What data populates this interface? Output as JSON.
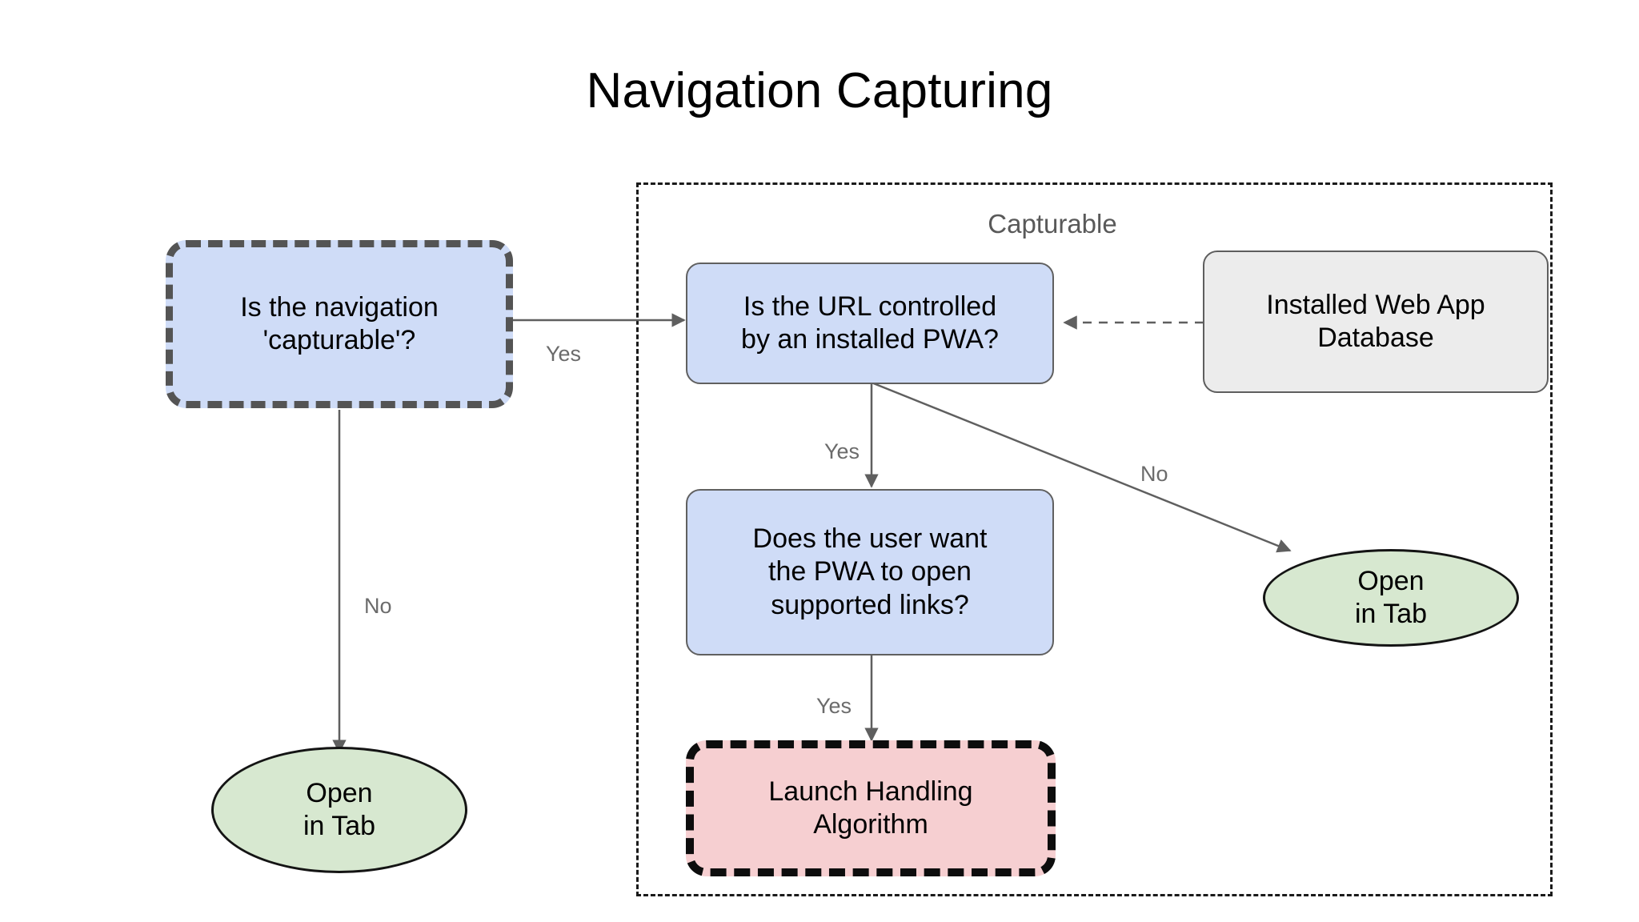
{
  "page": {
    "title": "Navigation Capturing",
    "background_color": "#ffffff"
  },
  "group": {
    "label": "Capturable",
    "border_style": "dashed",
    "border_color": "#1a1a1a"
  },
  "nodes": {
    "is_capturable": {
      "text": "Is the navigation\n'capturable'?",
      "shape": "rounded-rect",
      "fill": "#cfdcf7",
      "border": "dashed",
      "border_color": "#545454"
    },
    "is_url_controlled": {
      "text": "Is the URL controlled\nby an installed PWA?",
      "shape": "rounded-rect",
      "fill": "#cfdcf7",
      "border": "solid",
      "border_color": "#606060"
    },
    "installed_db": {
      "text": "Installed Web App\nDatabase",
      "shape": "rounded-rect",
      "fill": "#ececec",
      "border": "solid",
      "border_color": "#5e5e5e"
    },
    "user_wants_pwa": {
      "text": "Does the user want\nthe PWA to open\nsupported links?",
      "shape": "rounded-rect",
      "fill": "#cfdcf7",
      "border": "solid",
      "border_color": "#606060"
    },
    "launch_handling": {
      "text": "Launch Handling\nAlgorithm",
      "shape": "rounded-rect",
      "fill": "#f6cfd1",
      "border": "dashed",
      "border_color": "#0d0d0d"
    },
    "open_in_tab_left": {
      "text": "Open\nin Tab",
      "shape": "ellipse",
      "fill": "#d7e8d0",
      "border": "solid",
      "border_color": "#141414"
    },
    "open_in_tab_right": {
      "text": "Open\nin Tab",
      "shape": "ellipse",
      "fill": "#d7e8d0",
      "border": "solid",
      "border_color": "#141414"
    }
  },
  "edge_labels": {
    "capturable_yes": "Yes",
    "capturable_no": "No",
    "url_yes": "Yes",
    "url_no": "No",
    "user_yes": "Yes"
  },
  "chart_data": {
    "type": "diagram",
    "title": "Navigation Capturing",
    "diagram_kind": "flowchart",
    "nodes": [
      {
        "id": "is_capturable",
        "label": "Is the navigation 'capturable'?",
        "shape": "rounded-rect",
        "fill": "#cfdcf7",
        "stroke": "#545454",
        "stroke_style": "dashed"
      },
      {
        "id": "is_url_controlled",
        "label": "Is the URL controlled by an installed PWA?",
        "shape": "rounded-rect",
        "fill": "#cfdcf7",
        "stroke": "#606060",
        "stroke_style": "solid"
      },
      {
        "id": "installed_db",
        "label": "Installed Web App Database",
        "shape": "rounded-rect",
        "fill": "#ececec",
        "stroke": "#5e5e5e",
        "stroke_style": "solid"
      },
      {
        "id": "user_wants_pwa",
        "label": "Does the user want the PWA to open supported links?",
        "shape": "rounded-rect",
        "fill": "#cfdcf7",
        "stroke": "#606060",
        "stroke_style": "solid"
      },
      {
        "id": "launch_handling",
        "label": "Launch Handling Algorithm",
        "shape": "rounded-rect",
        "fill": "#f6cfd1",
        "stroke": "#0d0d0d",
        "stroke_style": "dashed"
      },
      {
        "id": "open_in_tab_left",
        "label": "Open in Tab",
        "shape": "ellipse",
        "fill": "#d7e8d0",
        "stroke": "#141414",
        "stroke_style": "solid"
      },
      {
        "id": "open_in_tab_right",
        "label": "Open in Tab",
        "shape": "ellipse",
        "fill": "#d7e8d0",
        "stroke": "#141414",
        "stroke_style": "solid"
      }
    ],
    "edges": [
      {
        "from": "is_capturable",
        "to": "is_url_controlled",
        "label": "Yes",
        "style": "solid"
      },
      {
        "from": "is_capturable",
        "to": "open_in_tab_left",
        "label": "No",
        "style": "solid"
      },
      {
        "from": "is_url_controlled",
        "to": "user_wants_pwa",
        "label": "Yes",
        "style": "solid"
      },
      {
        "from": "is_url_controlled",
        "to": "open_in_tab_right",
        "label": "No",
        "style": "solid"
      },
      {
        "from": "user_wants_pwa",
        "to": "launch_handling",
        "label": "Yes",
        "style": "solid"
      },
      {
        "from": "installed_db",
        "to": "is_url_controlled",
        "label": "",
        "style": "dashed"
      }
    ],
    "groups": [
      {
        "label": "Capturable",
        "contains": [
          "is_url_controlled",
          "installed_db",
          "user_wants_pwa",
          "launch_handling",
          "open_in_tab_right"
        ]
      }
    ]
  }
}
